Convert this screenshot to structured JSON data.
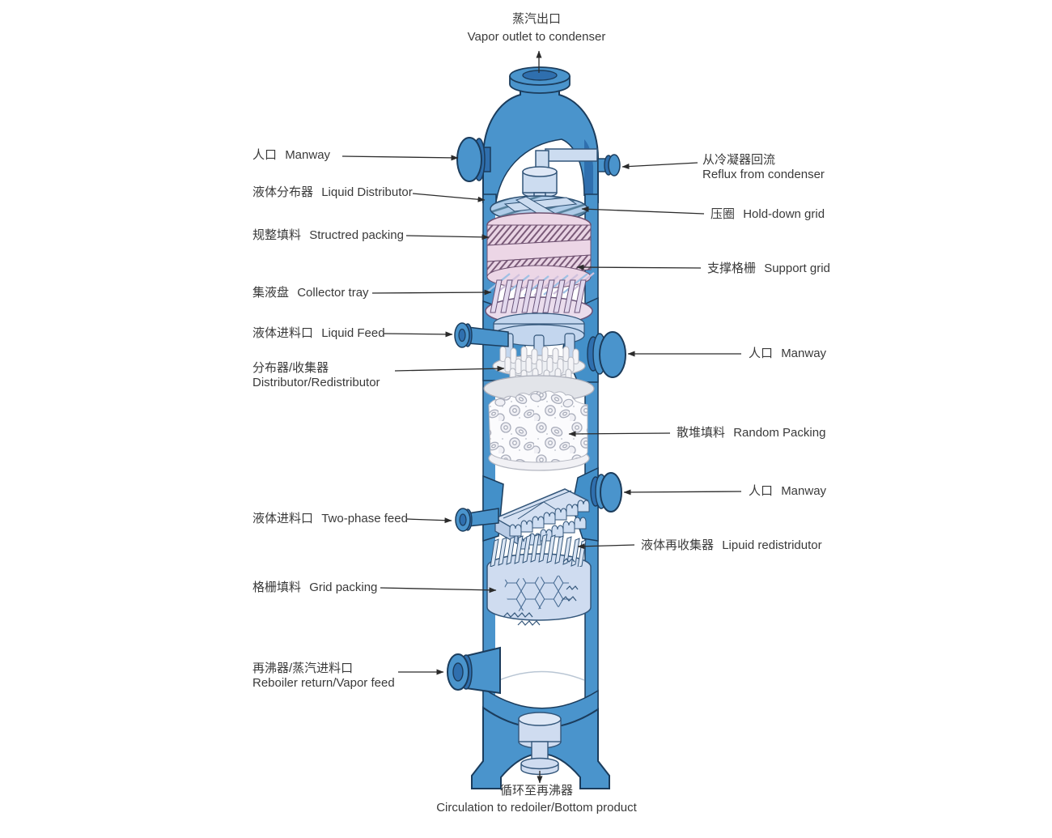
{
  "diagram": {
    "top_label": {
      "zh": "蒸汽出口",
      "en": "Vapor outlet to condenser"
    },
    "bottom_label": {
      "zh": "循环至再沸器",
      "en": "Circulation to redoiler/Bottom product"
    },
    "left_labels": [
      {
        "zh": "人口",
        "en": "Manway"
      },
      {
        "zh": "液体分布器",
        "en": "Liquid Distributor"
      },
      {
        "zh": "规整填料",
        "en": "Structred packing"
      },
      {
        "zh": "集液盘",
        "en": "Collector tray"
      },
      {
        "zh": "液体进料口",
        "en": "Liquid Feed"
      },
      {
        "zh": "分布器/收集器",
        "en": "Distributor/Redistributor"
      },
      {
        "zh": "液体进料口",
        "en": "Two-phase feed"
      },
      {
        "zh": "格栅填料",
        "en": "Grid packing"
      },
      {
        "zh": "再沸器/蒸汽进料口",
        "en": "Reboiler return/Vapor feed"
      }
    ],
    "right_labels": [
      {
        "zh": "从冷凝器回流",
        "en": "Reflux from condenser"
      },
      {
        "zh": "压圈",
        "en": "Hold-down grid"
      },
      {
        "zh": "支撑格栅",
        "en": "Support grid"
      },
      {
        "zh": "人口",
        "en": "Manway"
      },
      {
        "zh": "散堆填料",
        "en": "Random Packing"
      },
      {
        "zh": "人口",
        "en": "Manway"
      },
      {
        "zh": "液体再收集器",
        "en": "Lipuid redistridutor"
      }
    ],
    "colors": {
      "shell_blue": "#4a94cc",
      "shell_dark": "#2f6fae",
      "outline": "#1b3c5c",
      "light_blue_internal": "#cfdcf0",
      "pink_packing": "#ead4e6",
      "text": "#3a3a3a",
      "background": "#ffffff"
    }
  }
}
